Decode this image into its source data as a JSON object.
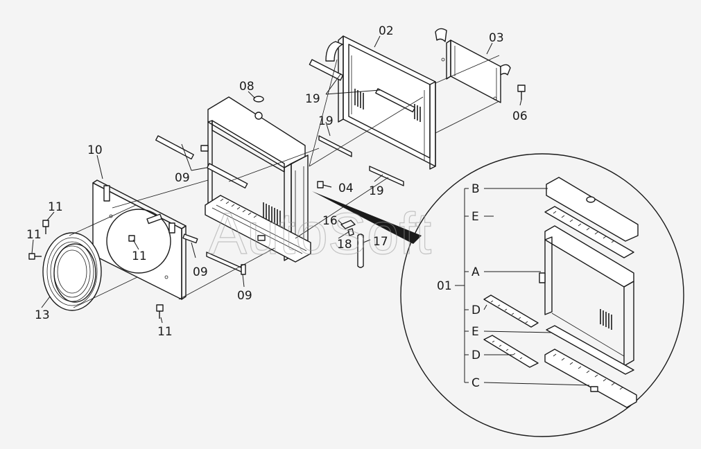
{
  "watermark": "AutoSoft",
  "callouts": {
    "c02": "02",
    "c03": "03",
    "c06": "06",
    "c08": "08",
    "c19a": "19",
    "c19b": "19",
    "c19c": "19",
    "c10": "10",
    "c09a": "09",
    "c09b": "09",
    "c09c": "09",
    "c04": "04",
    "c11a": "11",
    "c11b": "11",
    "c11c": "11",
    "c11d": "11",
    "c16": "16",
    "c18": "18",
    "c17": "17",
    "c13": "13"
  },
  "detail": {
    "assembly": "01",
    "labels": {
      "B": "B",
      "E1": "E",
      "A": "A",
      "D1": "D",
      "E2": "E",
      "D2": "D",
      "C": "C"
    }
  }
}
